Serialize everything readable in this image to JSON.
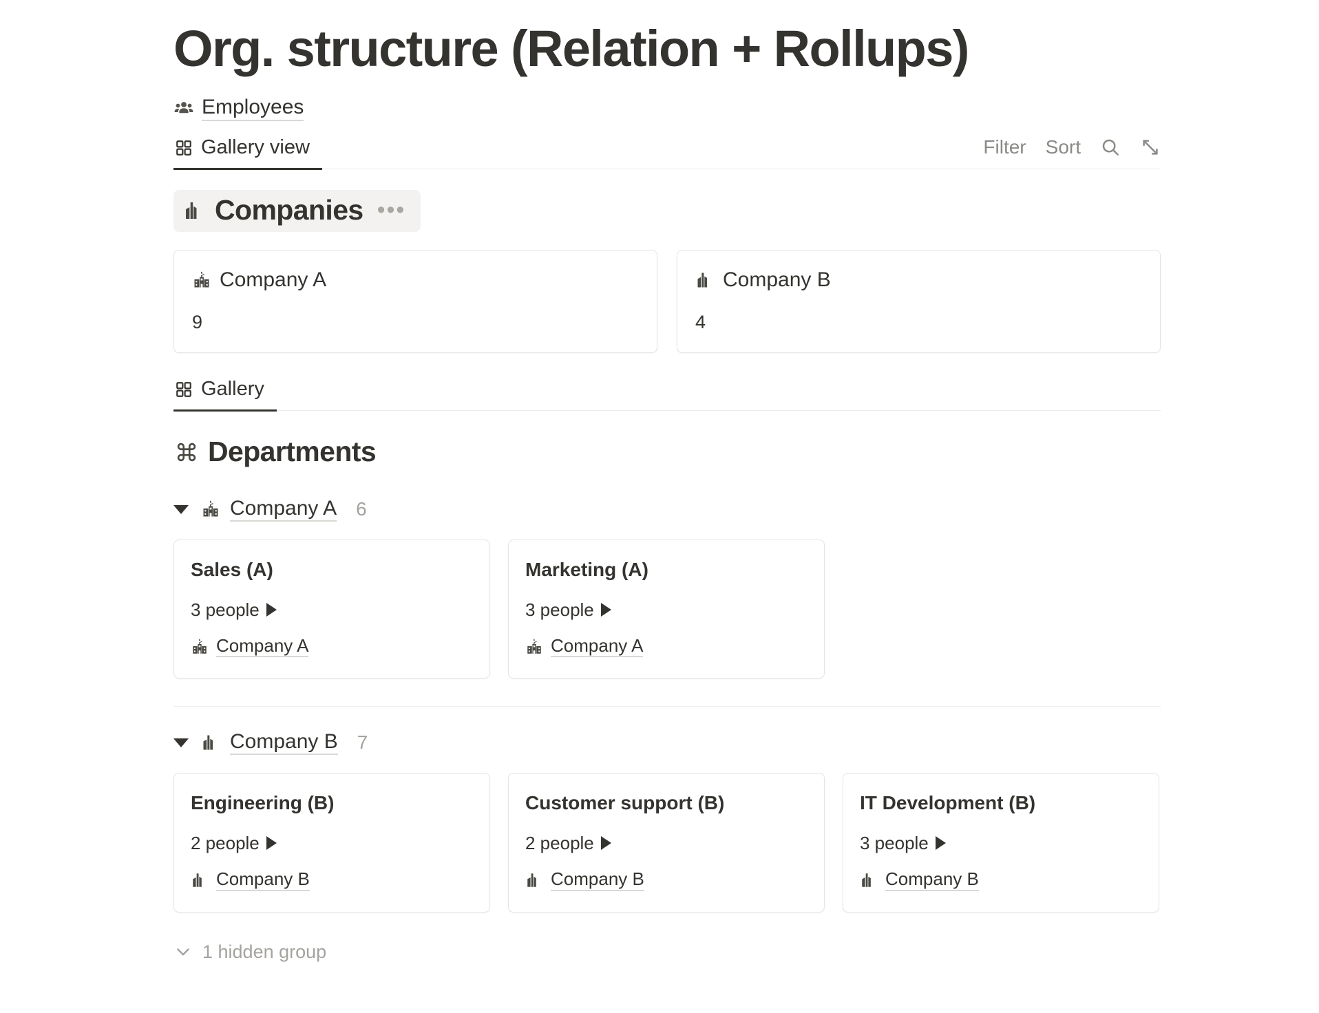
{
  "page": {
    "title": "Org. structure (Relation + Rollups)",
    "database_link": {
      "label": "Employees",
      "icon": "people-group-icon"
    }
  },
  "toolbar": {
    "tabs": [
      {
        "label": "Gallery view",
        "icon": "gallery-grid-icon",
        "active": true
      }
    ],
    "actions": [
      {
        "label": "Filter",
        "name": "filter-button"
      },
      {
        "label": "Sort",
        "name": "sort-button"
      }
    ],
    "icons": [
      {
        "name": "search-icon"
      },
      {
        "name": "expand-icon"
      }
    ]
  },
  "companies_section": {
    "title": "Companies",
    "icon": "factory-building-icon",
    "menu_label": "•••",
    "cards": [
      {
        "title": "Company A",
        "icon": "campus-building-icon",
        "value": "9"
      },
      {
        "title": "Company B",
        "icon": "factory-building-icon",
        "value": "4"
      }
    ]
  },
  "inner_toolbar": {
    "tabs": [
      {
        "label": "Gallery",
        "icon": "gallery-grid-icon",
        "active": true
      }
    ]
  },
  "departments_section": {
    "title": "Departments",
    "icon": "command-loop-icon",
    "groups": [
      {
        "name": "Company A",
        "icon": "campus-building-icon",
        "count": "6",
        "cards": [
          {
            "title": "Sales (A)",
            "people": "3 people",
            "relation": "Company A",
            "relation_icon": "campus-building-icon"
          },
          {
            "title": "Marketing (A)",
            "people": "3 people",
            "relation": "Company A",
            "relation_icon": "campus-building-icon"
          }
        ]
      },
      {
        "name": "Company B",
        "icon": "factory-building-icon",
        "count": "7",
        "cards": [
          {
            "title": "Engineering (B)",
            "people": "2 people",
            "relation": "Company B",
            "relation_icon": "factory-building-icon"
          },
          {
            "title": "Customer support (B)",
            "people": "2 people",
            "relation": "Company B",
            "relation_icon": "factory-building-icon"
          },
          {
            "title": "IT Development (B)",
            "people": "3 people",
            "relation": "Company B",
            "relation_icon": "factory-building-icon"
          }
        ]
      }
    ],
    "hidden_group_label": "1 hidden group"
  },
  "colors": {
    "text": "#34332f",
    "muted": "#a5a39e",
    "border": "#e6e4e0",
    "section_bg": "#f3f2f0",
    "accent_underline": "#34332f"
  }
}
